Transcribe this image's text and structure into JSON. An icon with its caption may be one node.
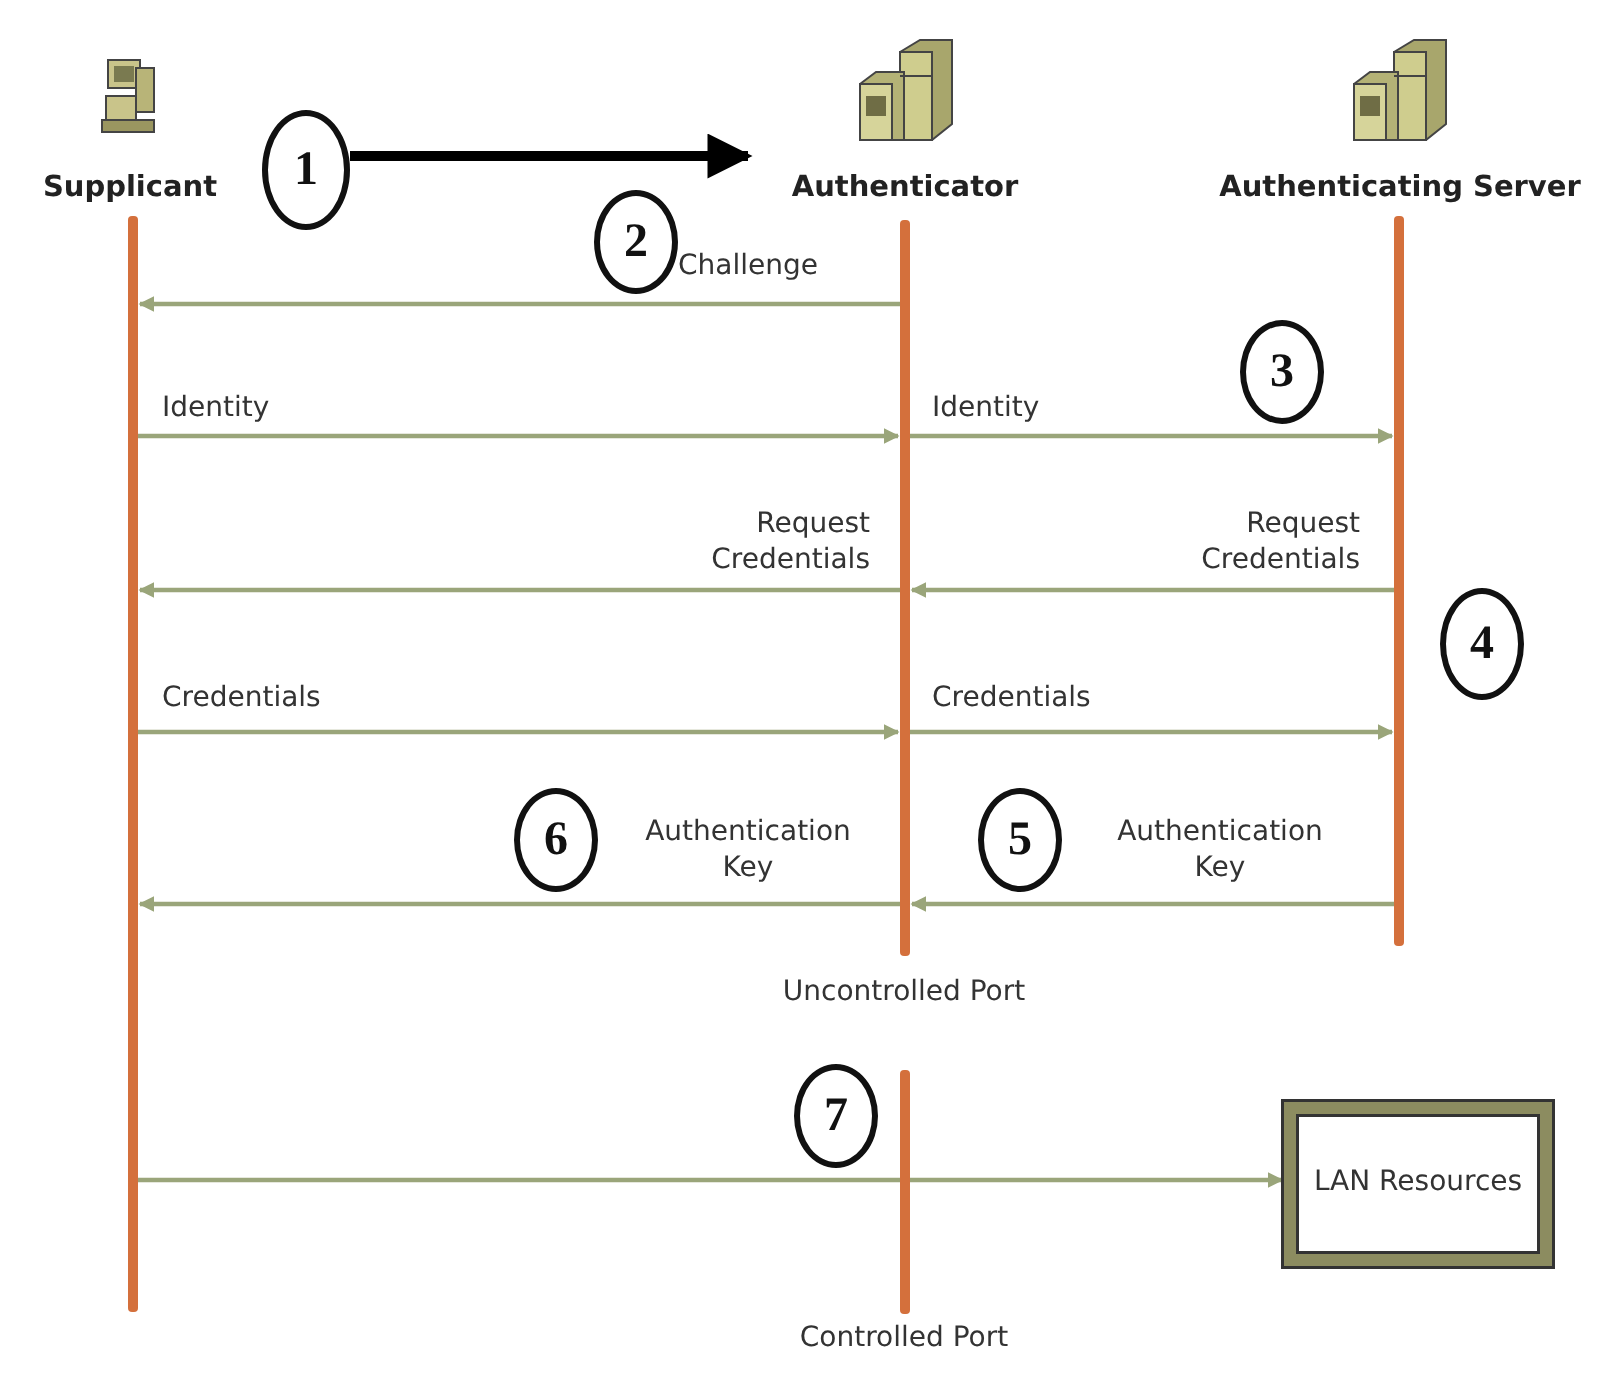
{
  "diagram": {
    "nodes": [
      {
        "text": [
          "Supplicant"
        ]
      },
      {
        "text": [
          "1"
        ]
      },
      {
        "text": [
          "Authenticator"
        ]
      },
      {
        "text": [
          "Authenticating Server"
        ]
      },
      {
        "text": [],
        "shape": "bar"
      },
      {
        "text": [],
        "shape": "bar",
        "beside": [
          "Uncontrolled Port"
        ]
      },
      {
        "text": [],
        "shape": "bar"
      },
      {
        "text": [
          "2"
        ]
      },
      {
        "text": [
          "3"
        ]
      },
      {
        "text": [
          "4"
        ]
      },
      {
        "text": [
          "6"
        ]
      },
      {
        "text": [
          "5"
        ]
      },
      {
        "text": [],
        "shape": "bar",
        "beside": [
          "Controlled Port"
        ]
      },
      {
        "text": [
          "7"
        ]
      },
      {
        "text": [
          "LAN Resources"
        ]
      }
    ],
    "edges": [
      {
        "from": 1,
        "to": 2,
        "arrow": "to",
        "style": "thick",
        "color": "#000000"
      },
      {
        "from": 5,
        "to": 4,
        "arrow": "to",
        "label": "Challenge"
      },
      {
        "from": 4,
        "to": 5,
        "arrow": "to",
        "label": "Identity"
      },
      {
        "from": 5,
        "to": 6,
        "arrow": "to",
        "label": "Identity"
      },
      {
        "from": 5,
        "to": 4,
        "arrow": "to",
        "label": "Request Credentials"
      },
      {
        "from": 6,
        "to": 5,
        "arrow": "to",
        "label": "Request Credentials"
      },
      {
        "from": 4,
        "to": 5,
        "arrow": "to",
        "label": "Credentials"
      },
      {
        "from": 5,
        "to": 6,
        "arrow": "to",
        "label": "Credentials"
      },
      {
        "from": 5,
        "to": 4,
        "arrow": "to",
        "label": "Authentication Key"
      },
      {
        "from": 6,
        "to": 5,
        "arrow": "to",
        "label": "Authentication Key"
      },
      {
        "from": 4,
        "to": 14,
        "arrow": "to"
      }
    ]
  }
}
